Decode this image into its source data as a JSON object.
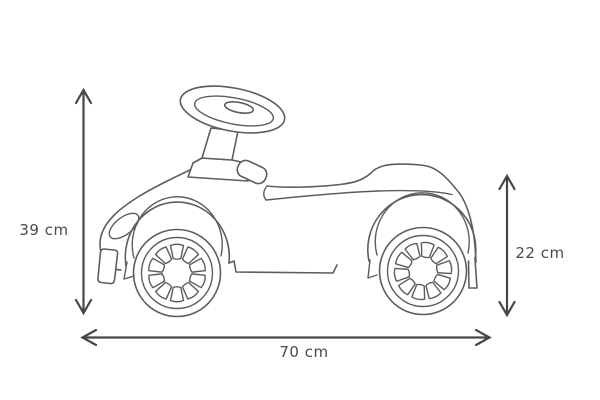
{
  "diagram": {
    "subject": "Ride-on toy car side view with measurements",
    "background_color": "#ffffff",
    "car_line_color": "#5d5d5d",
    "dimension_color": "#474747",
    "dimensions": {
      "height": {
        "label": "39 cm",
        "side": "left",
        "orientation": "vertical"
      },
      "rear_height": {
        "label": "22 cm",
        "side": "right",
        "orientation": "vertical"
      },
      "length": {
        "label": "70 cm",
        "side": "bottom",
        "orientation": "horizontal"
      }
    }
  }
}
